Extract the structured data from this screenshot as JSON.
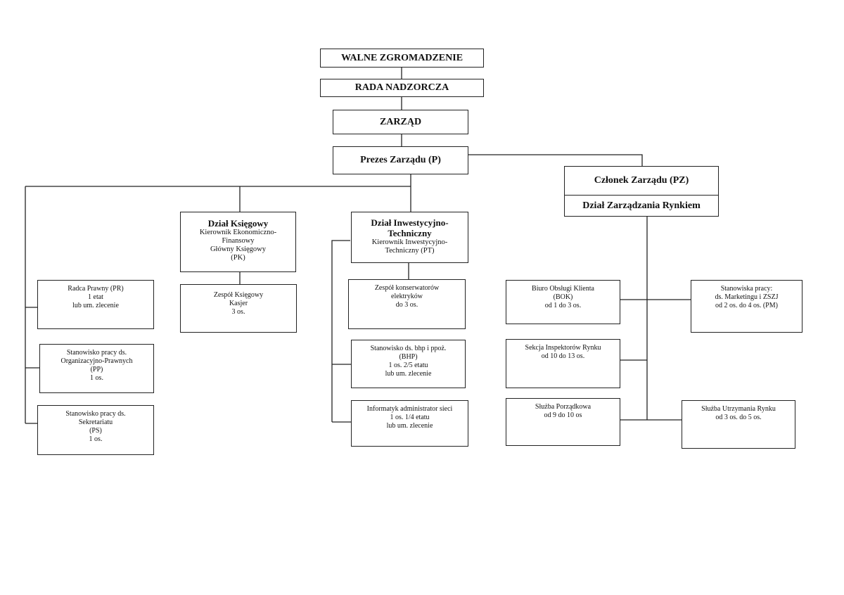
{
  "org": {
    "walne": "WALNE ZGROMADZENIE",
    "rada": "RADA NADZORCZA",
    "zarzad": "ZARZĄD",
    "prezes": "Prezes Zarządu (P)",
    "czlonek": "Członek Zarządu (PZ)",
    "dzial_rynek": "Dział Zarządzania Rynkiem",
    "ksiegowy": {
      "title": "Dział Księgowy",
      "lines": [
        "Kierownik Ekonomiczno-",
        "Finansowy",
        "Główny Księgowy",
        "(PK)"
      ]
    },
    "inwest": {
      "title_lines": [
        "Dział Inwestycyjno-",
        "Techniczny"
      ],
      "lines": [
        "Kierownik Inwestycyjno-",
        "Techniczny (PT)"
      ]
    },
    "radca": [
      "Radca Prawny (PR)",
      "1 etat",
      "lub um. zlecenie"
    ],
    "org_praw": [
      "Stanowisko pracy ds.",
      "Organizacyjno-Prawnych",
      "(PP)",
      "1 os."
    ],
    "sekretariat": [
      "Stanowisko pracy ds.",
      "Sekretariatu",
      "(PS)",
      "1 os."
    ],
    "zespol_ksieg": [
      "Zespół Księgowy",
      "Kasjer",
      "3 os."
    ],
    "konserwatorzy": [
      "Zespół konserwatorów",
      "elektryków",
      "do 3 os."
    ],
    "bhp": [
      "Stanowisko ds. bhp i ppoż.",
      "(BHP)",
      "1 os. 2/5 etatu",
      "lub um. zlecenie"
    ],
    "informatyk": [
      "Informatyk administrator sieci",
      "1 os. 1/4 etatu",
      "lub um. zlecenie"
    ],
    "bok": [
      "Biuro Obsługi Klienta",
      "(BOK)",
      "od 1 do 3 os."
    ],
    "inspektorzy": [
      "Sekcja Inspektorów Rynku",
      "od 10 do 13 os."
    ],
    "porzadkowa": [
      "Służba Porządkowa",
      "od 9 do 10 os"
    ],
    "marketing": [
      "Stanowiska pracy:",
      "ds. Marketingu i ZSZJ",
      "od 2 os. do 4 os. (PM)"
    ],
    "utrzymanie": [
      "Służba Utrzymania Rynku",
      "od 3 os. do 5 os."
    ]
  }
}
